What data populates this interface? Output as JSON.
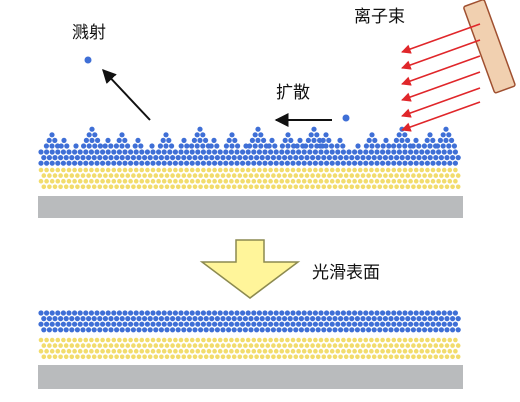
{
  "labels": {
    "sputtering": "溅射",
    "ion_beam": "离子束",
    "diffusion": "扩散",
    "smooth_surface": "光滑表面"
  },
  "colors": {
    "blue_atom": "#3f6fd6",
    "yellow_atom": "#f2dc6c",
    "substrate": "#b9bbbd",
    "ion_arrow": "#e0262a",
    "ion_source": "#f1d0b0",
    "ion_source_stroke": "#a05030",
    "process_arrow": "#fff59a",
    "process_arrow_stroke": "#8c8a50",
    "black": "#111111"
  },
  "icons": {
    "ion_source": "ion-gun-icon",
    "process_arrow": "down-arrow-icon"
  }
}
